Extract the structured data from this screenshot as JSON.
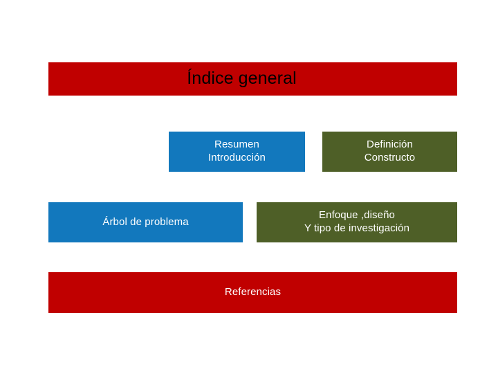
{
  "slide": {
    "background_color": "#ffffff",
    "title": "Índice general",
    "title_color": "#000000",
    "title_box_color": "#c00000"
  },
  "colors": {
    "red": "#c00000",
    "blue": "#1278bd",
    "olive": "#4e5f27",
    "white": "#ffffff",
    "black": "#000000"
  },
  "diagram": {
    "rows": [
      {
        "boxes": [
          {
            "label": "Resumen\nIntroducción",
            "fill": "#1278bd",
            "text_color": "#ffffff"
          },
          {
            "label": "Definición\nConstructo",
            "fill": "#4e5f27",
            "text_color": "#ffffff"
          }
        ]
      },
      {
        "boxes": [
          {
            "label": "Árbol de problema",
            "fill": "#1278bd",
            "text_color": "#ffffff"
          },
          {
            "label": "Enfoque ,diseño\nY tipo de investigación",
            "fill": "#4e5f27",
            "text_color": "#ffffff"
          }
        ]
      }
    ],
    "footer": {
      "label": "Referencias",
      "fill": "#c00000",
      "text_color": "#ffffff"
    }
  }
}
